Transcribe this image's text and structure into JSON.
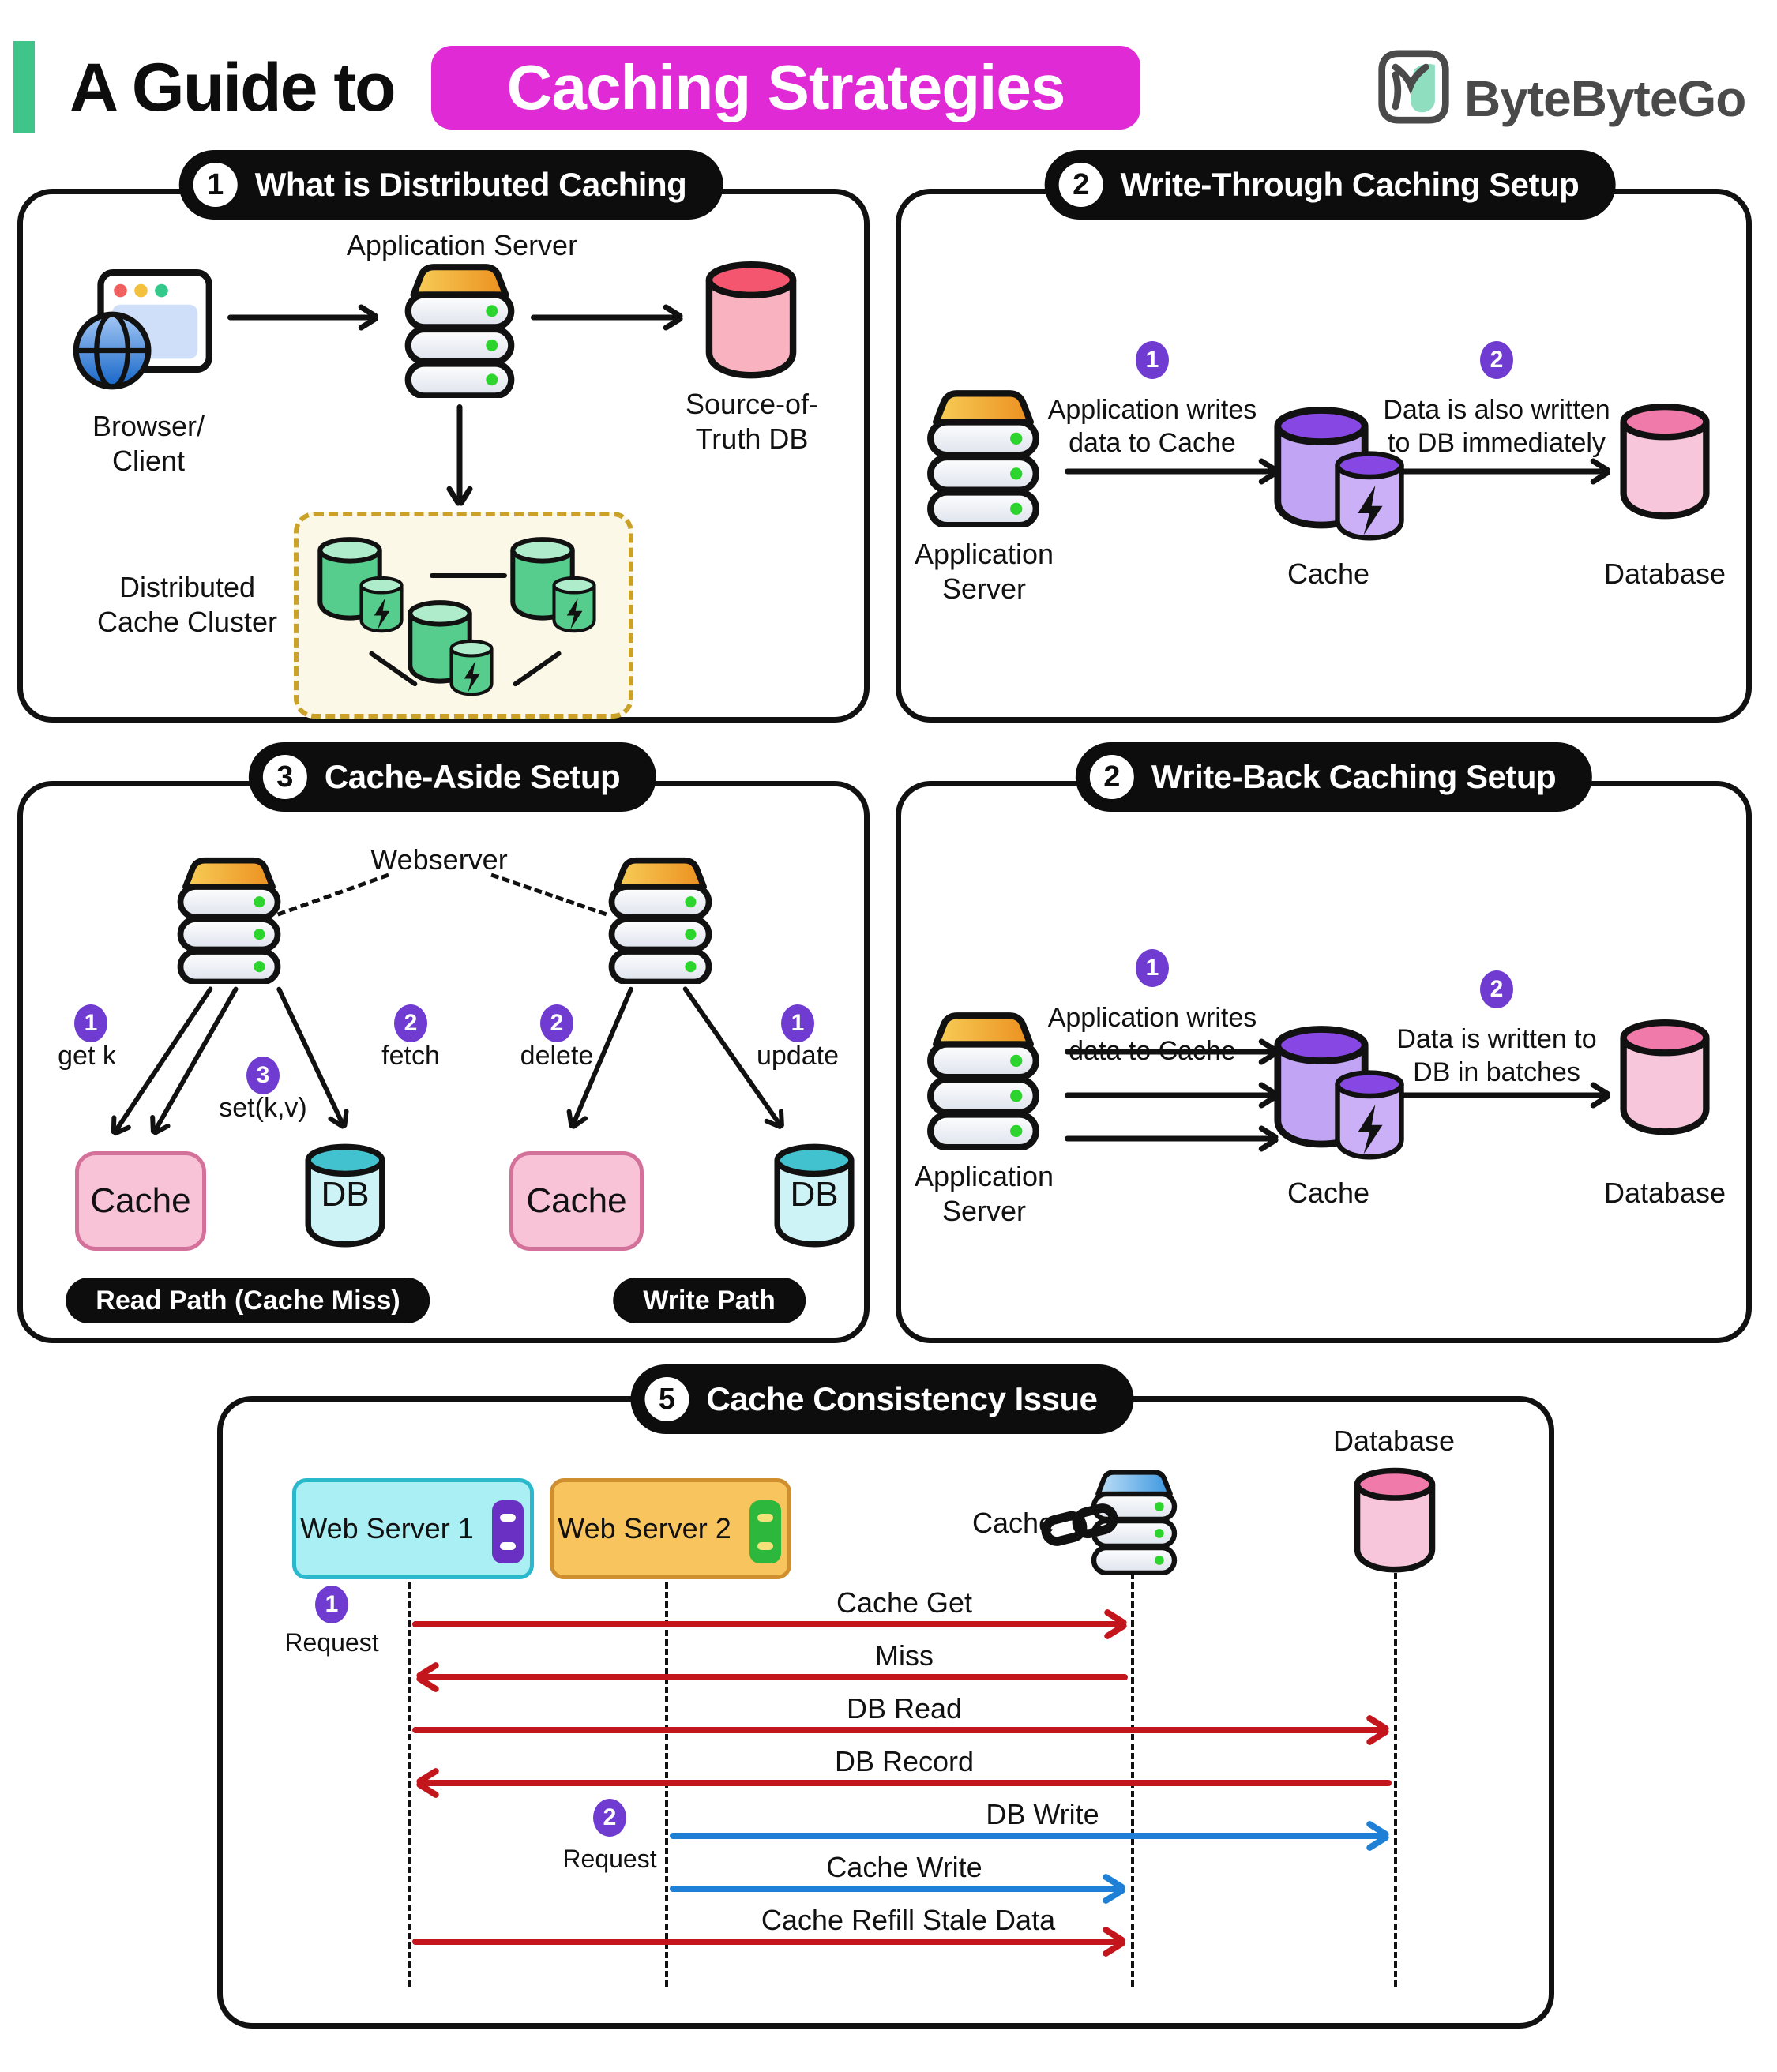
{
  "header": {
    "title_plain": "A Guide to",
    "title_highlight": "Caching Strategies",
    "brand": "ByteByteGo"
  },
  "panel1": {
    "badge": "1",
    "title": "What is Distributed Caching",
    "app_server": "Application Server",
    "browser_l1": "Browser/",
    "browser_l2": "Client",
    "db_l1": "Source-of-",
    "db_l2": "Truth DB",
    "cluster_l1": "Distributed",
    "cluster_l2": "Cache Cluster"
  },
  "panel2": {
    "badge": "2",
    "title": "Write-Through Caching Setup",
    "step1_num": "1",
    "step1_l1": "Application writes",
    "step1_l2": "data to Cache",
    "step2_num": "2",
    "step2_l1": "Data is also written",
    "step2_l2": "to DB immediately",
    "app_l1": "Application",
    "app_l2": "Server",
    "cache": "Cache",
    "database": "Database"
  },
  "panel3": {
    "badge": "3",
    "title": "Cache-Aside Setup",
    "webserver": "Webserver",
    "read": {
      "step1_num": "1",
      "step1": "get k",
      "step2_num": "2",
      "step2": "fetch",
      "step3_num": "3",
      "step3": "set(k,v)",
      "cache": "Cache",
      "db": "DB",
      "pill": "Read Path (Cache Miss)"
    },
    "write": {
      "step1_num": "2",
      "step1": "delete",
      "step2_num": "1",
      "step2": "update",
      "cache": "Cache",
      "db": "DB",
      "pill": "Write Path"
    }
  },
  "panel4": {
    "badge": "2",
    "title": "Write-Back Caching Setup",
    "step1_num": "1",
    "step1_l1": "Application writes",
    "step1_l2": "data to Cache",
    "step2_num": "2",
    "step2_l1": "Data is written to",
    "step2_l2": "DB in batches",
    "app_l1": "Application",
    "app_l2": "Server",
    "cache": "Cache",
    "database": "Database"
  },
  "panel5": {
    "badge": "5",
    "title": "Cache Consistency Issue",
    "database": "Database",
    "ws1": "Web Server 1",
    "ws2": "Web Server 2",
    "cache": "Cache",
    "step1_num": "1",
    "step1": "Request",
    "step2_num": "2",
    "step2": "Request",
    "messages": [
      {
        "label": "Cache Get"
      },
      {
        "label": "Miss"
      },
      {
        "label": "DB Read"
      },
      {
        "label": "DB Record"
      },
      {
        "label": "DB Write"
      },
      {
        "label": "Cache Write"
      },
      {
        "label": "Cache Refill Stale Data"
      }
    ]
  },
  "colors": {
    "magenta": "#e02ad6",
    "green_accent": "#3fc489",
    "red_arrow": "#c3151c",
    "blue_arrow": "#1e7fd6",
    "purple_badge": "#6f3bd0",
    "black": "#111111",
    "cluster_bg": "#fbf8e8",
    "cluster_border": "#c9a227",
    "cache_pink": "#f8c3d7",
    "db_cyan": "#cdf3f6",
    "cache_purple": "#c2a4f4",
    "ws1_cyan": "#a9eff3",
    "ws2_orange": "#f7c45e"
  },
  "icon_names": [
    "browser-window-icon",
    "globe-icon",
    "server-stack-icon",
    "database-cylinder-icon",
    "cache-bolt-cylinder-icon",
    "chain-link-icon",
    "bytebytego-logo"
  ]
}
